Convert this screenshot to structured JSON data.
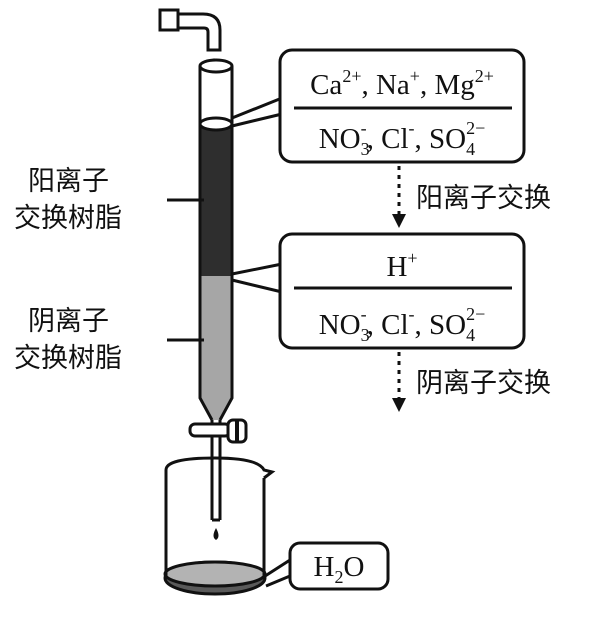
{
  "labels": {
    "cation_resin_line1": "阳离子",
    "cation_resin_line2": "交换树脂",
    "anion_resin_line1": "阴离子",
    "anion_resin_line2": "交换树脂",
    "cation_exchange_step": "阳离子交换",
    "anion_exchange_step": "阴离子交换"
  },
  "box_top": {
    "cations": [
      {
        "symbol": "Ca",
        "charge": "2+"
      },
      {
        "symbol": "Na",
        "charge": "+"
      },
      {
        "symbol": "Mg",
        "charge": "2+"
      }
    ],
    "anions": [
      {
        "symbol": "NO",
        "sub": "3",
        "charge": "-"
      },
      {
        "symbol": "Cl",
        "sub": "",
        "charge": "-"
      },
      {
        "symbol": "SO",
        "sub": "4",
        "charge": "2−"
      }
    ]
  },
  "box_middle": {
    "cations": [
      {
        "symbol": "H",
        "charge": "+"
      }
    ],
    "anions": [
      {
        "symbol": "NO",
        "sub": "3",
        "charge": "-"
      },
      {
        "symbol": "Cl",
        "sub": "",
        "charge": "-"
      },
      {
        "symbol": "SO",
        "sub": "4",
        "charge": "2−"
      }
    ]
  },
  "box_bottom": {
    "symbol": "H",
    "sub": "2",
    "tail": "O"
  },
  "separator": ", ",
  "colors": {
    "cation_resin": "#2e2e2e",
    "anion_resin": "#a6a6a6",
    "water": "#b3b3b3",
    "water_bottom": "#5a5a5a",
    "outline": "#111111"
  }
}
